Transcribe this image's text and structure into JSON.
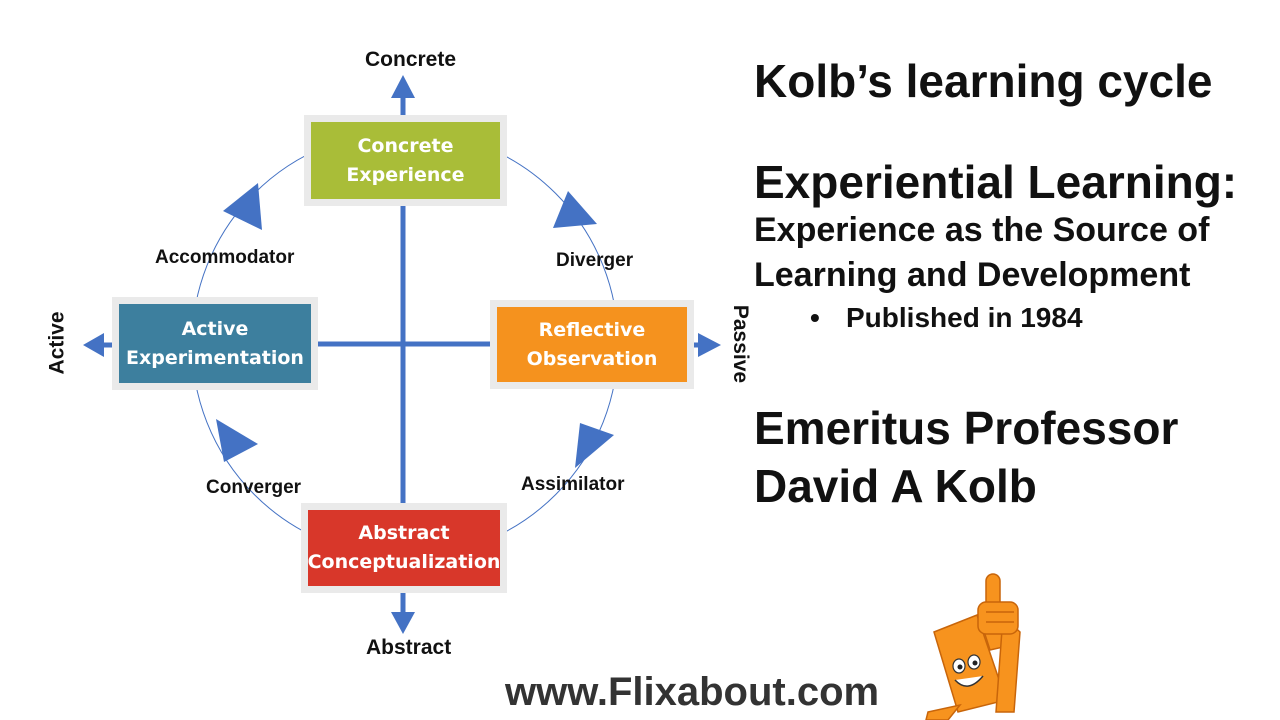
{
  "diagram": {
    "axes": {
      "top": "Concrete",
      "bottom": "Abstract",
      "left": "Active",
      "right": "Passive"
    },
    "stages": {
      "concrete_experience": {
        "label": "Concrete\nExperience",
        "color": "#a9bd38"
      },
      "reflective_observation": {
        "label": "Reflective\nObservation",
        "color": "#f5921e"
      },
      "abstract_conceptualization": {
        "label": "Abstract\nConceptualization",
        "color": "#d8372a"
      },
      "active_experimentation": {
        "label": "Active\nExperimentation",
        "color": "#3d7f9e"
      }
    },
    "styles": {
      "accommodator": "Accommodator",
      "diverger": "Diverger",
      "assimilator": "Assimilator",
      "converger": "Converger"
    },
    "arrow_color": "#4472c4"
  },
  "text": {
    "title": "Kolb’s learning cycle",
    "book_title": "Experiential Learning:",
    "book_subtitle_line1": "Experience as the Source of",
    "book_subtitle_line2": "Learning and Development",
    "published": "Published in 1984",
    "author_line1": "Emeritus Professor",
    "author_line2": "David A Kolb"
  },
  "footer": {
    "website": "www.Flixabout.com"
  },
  "mascot": {
    "icon": "pointing-mascot-icon",
    "color": "#f7931e"
  }
}
